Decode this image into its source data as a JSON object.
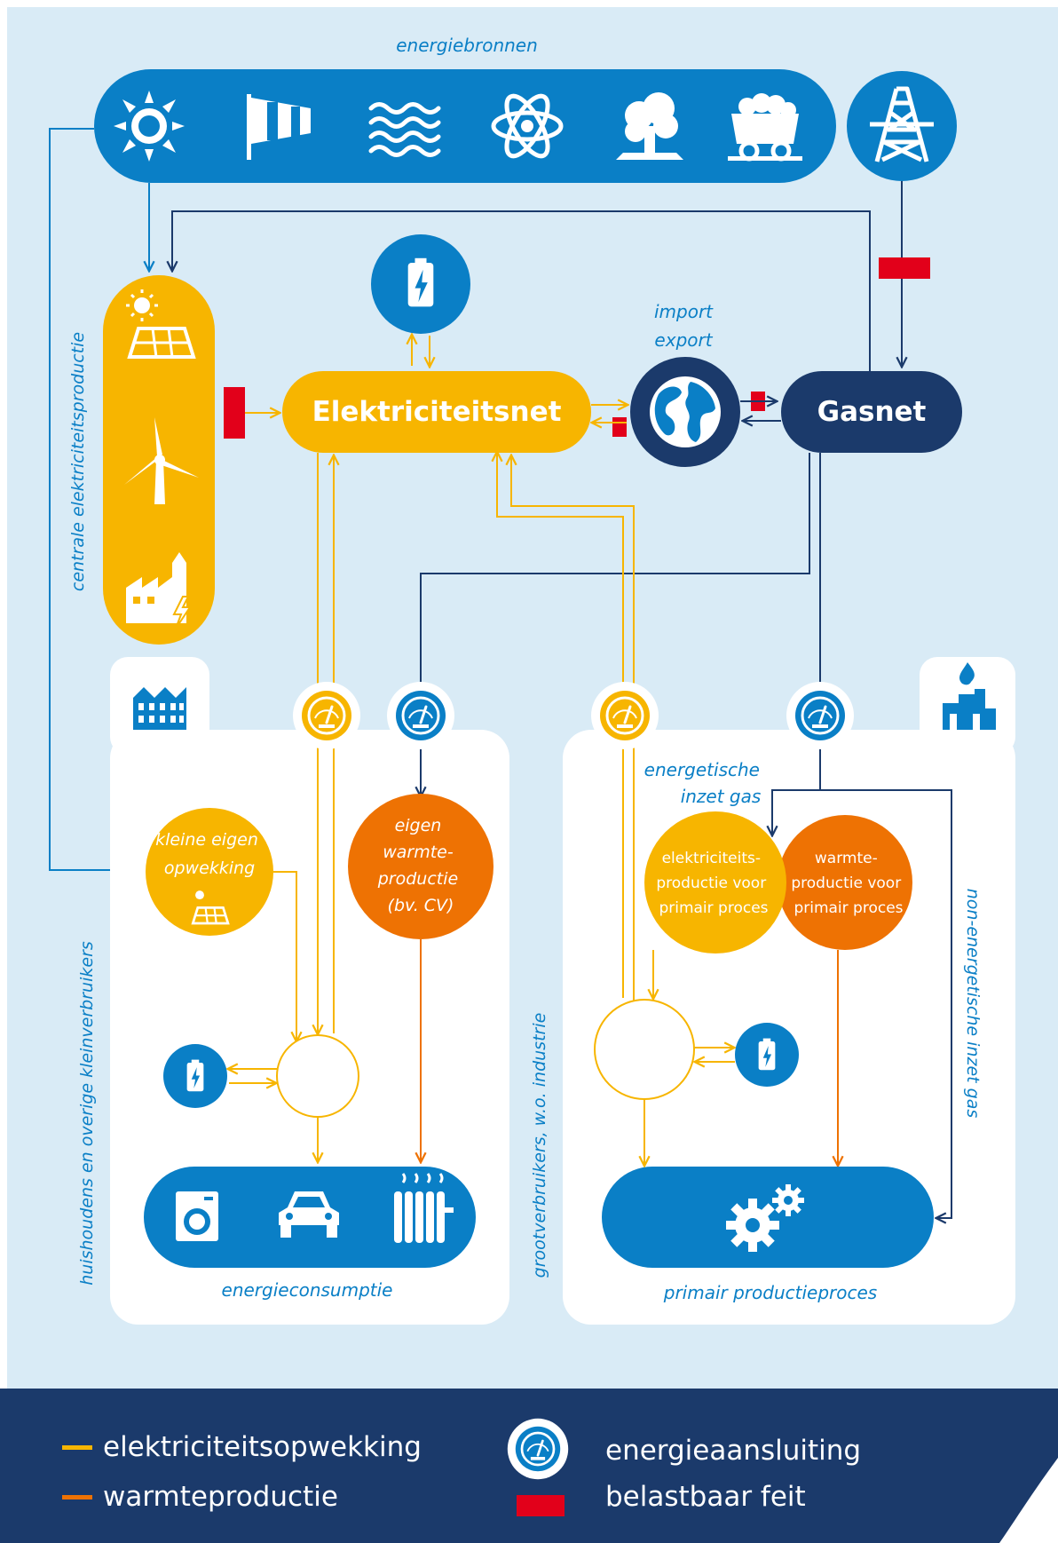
{
  "colors": {
    "background": "#d9ebf6",
    "dark_blue": "#1b3a6b",
    "mid_blue": "#0a7fc6",
    "yellow": "#f7b500",
    "orange": "#ee7203",
    "red": "#e2001a",
    "white": "#ffffff"
  },
  "labels": {
    "energy_sources": "energiebronnen",
    "central_production": "centrale elektriciteitsproductie",
    "electricity_grid": "Elektriciteitsnet",
    "gas_grid": "Gasnet",
    "import": "import",
    "export": "export",
    "households": "huishoudens en overige kleinverbruikers",
    "large_consumers": "grootverbruikers, w.o. industrie",
    "energy_consumption": "energieconsumptie",
    "primary_process": "primair productieproces",
    "energetic_gas_line1": "energetische",
    "energetic_gas_line2": "inzet gas",
    "non_energetic_gas": "non-energetische inzet gas"
  },
  "circles": {
    "small_generation": [
      "kleine eigen",
      "opwekking"
    ],
    "own_heat": [
      "eigen",
      "warmte-",
      "productie",
      "(bv. CV)"
    ],
    "elec_primary": [
      "elektriciteits-",
      "productie voor",
      "primair proces"
    ],
    "heat_primary": [
      "warmte-",
      "productie voor",
      "primair proces"
    ]
  },
  "legend": {
    "electricity": "elektriciteitsopwekking",
    "heat": "warmteproductie",
    "connection": "energieaansluiting",
    "taxable": "belastbaar feit"
  },
  "icons": {
    "sources": [
      "sun-icon",
      "windsock-icon",
      "water-waves-icon",
      "atom-icon",
      "tree-icon",
      "coal-cart-icon"
    ],
    "gas_source": "drilling-rig-icon",
    "central": [
      "solar-panel-icon",
      "wind-turbine-icon",
      "power-plant-icon"
    ],
    "storage": "battery-icon",
    "globe": "globe-icon",
    "meter": "meter-icon",
    "households": "houses-icon",
    "industry": "factory-icon",
    "consumption": [
      "washing-machine-icon",
      "car-icon",
      "radiator-icon"
    ],
    "process": "gears-icon"
  }
}
